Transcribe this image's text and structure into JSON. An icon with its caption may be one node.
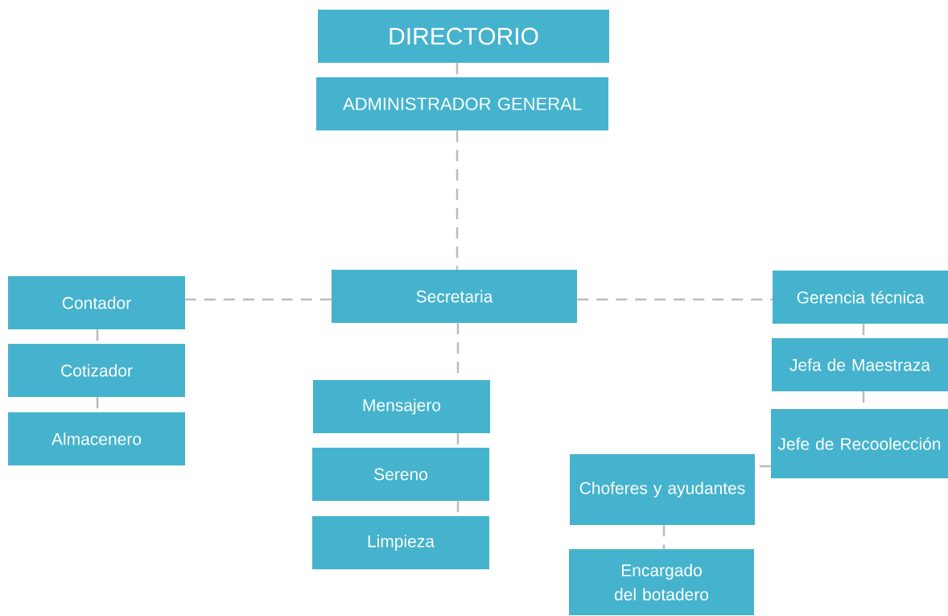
{
  "diagram": {
    "nodes": [
      {
        "text": [
          "DIRECTORIO"
        ]
      },
      {
        "text": [
          "ADMINISTRADOR GENERAL"
        ]
      },
      {
        "text": [
          "Secretaria"
        ]
      },
      {
        "text": [
          "Contador"
        ]
      },
      {
        "text": [
          "Cotizador"
        ]
      },
      {
        "text": [
          "Almacenero"
        ]
      },
      {
        "text": [
          "Mensajero"
        ]
      },
      {
        "text": [
          "Sereno"
        ]
      },
      {
        "text": [
          "Limpieza"
        ]
      },
      {
        "text": [
          "Gerencia técnica"
        ]
      },
      {
        "text": [
          "Jefa de Maestraza"
        ]
      },
      {
        "text": [
          "Jefe de Recoolección"
        ]
      },
      {
        "text": [
          "Choferes y ayudantes"
        ]
      },
      {
        "text": [
          "Encargado del botadero"
        ]
      }
    ],
    "edges": [
      {
        "from": 0,
        "to": 1,
        "arrow": "none"
      },
      {
        "from": 1,
        "to": 2,
        "arrow": "none"
      },
      {
        "from": 2,
        "to": 3,
        "arrow": "none"
      },
      {
        "from": 2,
        "to": 9,
        "arrow": "none"
      },
      {
        "from": 2,
        "to": 6,
        "arrow": "none"
      },
      {
        "from": 3,
        "to": 4,
        "arrow": "none"
      },
      {
        "from": 4,
        "to": 5,
        "arrow": "none"
      },
      {
        "from": 6,
        "to": 7,
        "arrow": "none"
      },
      {
        "from": 7,
        "to": 8,
        "arrow": "none"
      },
      {
        "from": 9,
        "to": 10,
        "arrow": "none"
      },
      {
        "from": 10,
        "to": 11,
        "arrow": "none"
      },
      {
        "from": 11,
        "to": 12,
        "arrow": "none"
      },
      {
        "from": 12,
        "to": 13,
        "arrow": "none"
      }
    ]
  }
}
